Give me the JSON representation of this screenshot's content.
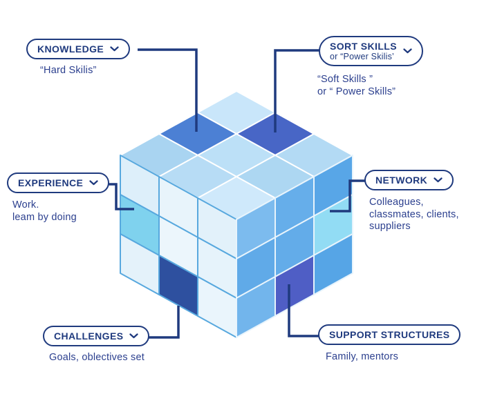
{
  "colors": {
    "navy": "#1f3a7e",
    "sub_text": "#2b3f8e",
    "background": "#ffffff"
  },
  "callouts": {
    "knowledge": {
      "label": "KNOWLEDGE",
      "chevron": true,
      "sub": [
        "“Hard Skilis”"
      ]
    },
    "sort": {
      "label": "SORT SKILLS",
      "label2": "or “Power Skilis’",
      "chevron": true,
      "sub": [
        "“Soft Skills ”",
        "or “ Power Skills”"
      ]
    },
    "experience": {
      "label": "EXPERIENCE",
      "chevron": true,
      "sub": [
        "Work.",
        "leam by doing"
      ]
    },
    "network": {
      "label": "NETWORK",
      "chevron": true,
      "sub": [
        "Colleagues,",
        "classmates, clients,",
        "suppliers"
      ]
    },
    "challenges": {
      "label": "CHALLENGES",
      "chevron": true,
      "sub": [
        "Goals, oblectives set"
      ]
    },
    "support": {
      "label": "SUPPORT STRUCTURES",
      "chevron": false,
      "sub": [
        "Family, mentors"
      ]
    }
  },
  "cube": {
    "strokes": {
      "top": "#ffffff",
      "left": "#57a8de",
      "right": "#e8f4fc"
    },
    "top": {
      "rows": [
        [
          "#c9e6fa",
          "#4866c6",
          "#b3daf4"
        ],
        [
          "#4c80d4",
          "#bce0f7",
          "#add7f2"
        ],
        [
          "#a9d4f1",
          "#b7dcf5",
          "#cfe9fb"
        ]
      ]
    },
    "left": {
      "rows": [
        [
          "#ddeffa",
          "#e8f4fb",
          "#e2f1fa"
        ],
        [
          "#7fd2ee",
          "#ecf6fc",
          "#e6f3fb"
        ],
        [
          "#e4f2fa",
          "#2e509f",
          "#eaf5fc"
        ]
      ]
    },
    "right": {
      "rows": [
        [
          "#7cbbee",
          "#66aeea",
          "#58a6e7"
        ],
        [
          "#60aae8",
          "#63ace9",
          "#92dcf4"
        ],
        [
          "#72b5ec",
          "#4f5ec5",
          "#56a5e6"
        ]
      ]
    },
    "highlights": {
      "knowledge-tile": "top-0-1",
      "sort-skills-tile": "top-1-0",
      "experience-tile": "left-0-1",
      "challenges-tile": "left-1-2",
      "network-tile": "right-2-1",
      "support-structures-tile": "right-1-2"
    }
  }
}
